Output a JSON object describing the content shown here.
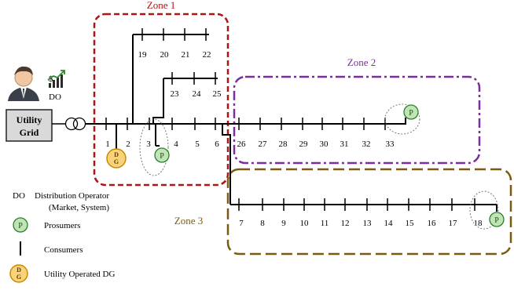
{
  "zones": {
    "zone1": {
      "label": "Zone 1",
      "color": "#b01515"
    },
    "zone2": {
      "label": "Zone 2",
      "color": "#7a2e9c"
    },
    "zone3": {
      "label": "Zone 3",
      "color": "#7a5a10"
    }
  },
  "operator": {
    "label": "DO"
  },
  "utility_grid": {
    "line1": "Utility",
    "line2": "Grid"
  },
  "buses": {
    "b1": "1",
    "b2": "2",
    "b3": "3",
    "b4": "4",
    "b5": "5",
    "b6": "6",
    "b7": "7",
    "b8": "8",
    "b9": "9",
    "b10": "10",
    "b11": "11",
    "b12": "12",
    "b13": "13",
    "b14": "14",
    "b15": "15",
    "b16": "16",
    "b17": "17",
    "b18": "18",
    "b19": "19",
    "b20": "20",
    "b21": "21",
    "b22": "22",
    "b23": "23",
    "b24": "24",
    "b25": "25",
    "b26": "26",
    "b27": "27",
    "b28": "28",
    "b29": "29",
    "b30": "30",
    "b31": "31",
    "b32": "32",
    "b33": "33"
  },
  "prosumer_symbol": "P",
  "dg_symbol": {
    "top": "D",
    "bottom": "G"
  },
  "legend": {
    "do_abbr": "DO",
    "do_desc": "Distribution Operator",
    "do_sub": "(Market, System)",
    "prosumers": "Prosumers",
    "consumers": "Consumers",
    "dg": "Utility Operated DG"
  },
  "colors": {
    "prosumer_fill": "#bfe5b5",
    "prosumer_stroke": "#2e7d32",
    "dg_fill": "#f9d27a",
    "dg_stroke": "#c98a00",
    "grid_box_fill": "#d9d9d9"
  }
}
